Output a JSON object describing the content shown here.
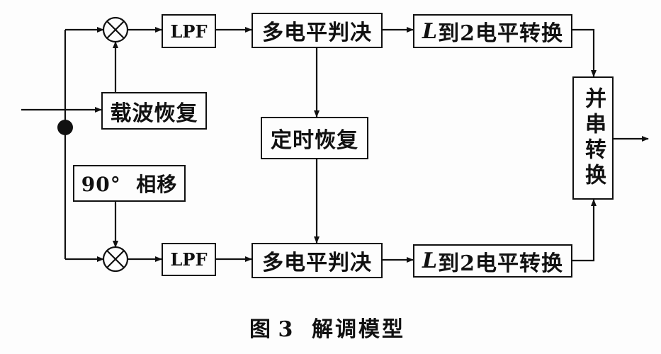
{
  "top_branch": {
    "lpf": "LPF",
    "decision": "多电平判决",
    "converter_italic": "L",
    "converter_rest": "到2电平转换"
  },
  "bottom_branch": {
    "lpf": "LPF",
    "decision": "多电平判决",
    "converter_italic": "L",
    "converter_rest": "到2电平转换"
  },
  "carrier_recovery": "载波恢复",
  "timing_recovery": "定时恢复",
  "phase_shift": "90°  相移",
  "parallel_serial": "并串转换",
  "caption": {
    "figure": "图 3",
    "title": "解调模型"
  }
}
